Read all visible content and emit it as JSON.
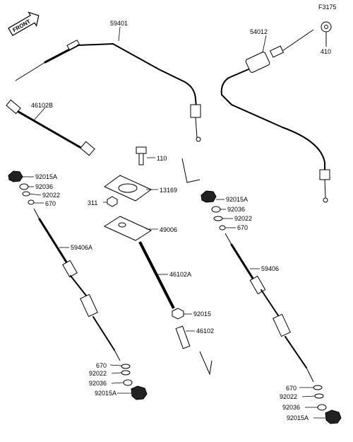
{
  "figure_code": "F3175",
  "front_label": "FRONT",
  "parts": {
    "p59401": "59401",
    "p54012": "54012",
    "p410": "410",
    "p46102B": "46102B",
    "p110": "110",
    "p13169": "13169",
    "p311": "311",
    "p49006": "49006",
    "p46102A": "46102A",
    "p92015_mid": "92015",
    "p46102": "46102",
    "L": {
      "p92015A_top": "92015A",
      "p92036_top": "92036",
      "p92022_top": "92022",
      "p670_top": "670",
      "p59406A": "59406A",
      "p670_bot": "670",
      "p92022_bot": "92022",
      "p92036_bot": "92036",
      "p92015A_bot": "92015A"
    },
    "R": {
      "p92015A_top": "92015A",
      "p92036_top": "92036",
      "p92022_top": "92022",
      "p670_top": "670",
      "p59406": "59406",
      "p670_bot": "670",
      "p92022_bot": "92022",
      "p92036_bot": "92036",
      "p92015A_bot": "92015A"
    }
  }
}
